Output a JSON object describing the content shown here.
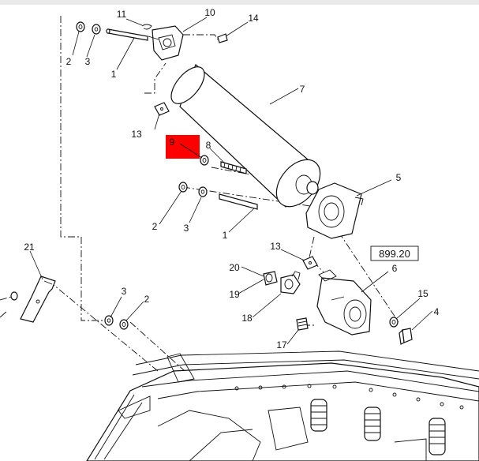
{
  "diagram": {
    "reference_code": "899.20",
    "highlight_color": "#ff0000",
    "highlighted_part": "9",
    "callouts": [
      {
        "id": "c11",
        "label": "11"
      },
      {
        "id": "c10",
        "label": "10"
      },
      {
        "id": "c14",
        "label": "14"
      },
      {
        "id": "c2a",
        "label": "2"
      },
      {
        "id": "c3a",
        "label": "3"
      },
      {
        "id": "c1a",
        "label": "1"
      },
      {
        "id": "c7",
        "label": "7"
      },
      {
        "id": "c13a",
        "label": "13"
      },
      {
        "id": "c9",
        "label": "9"
      },
      {
        "id": "c8",
        "label": "8"
      },
      {
        "id": "c5",
        "label": "5"
      },
      {
        "id": "c2b",
        "label": "2"
      },
      {
        "id": "c3b",
        "label": "3"
      },
      {
        "id": "c1b",
        "label": "1"
      },
      {
        "id": "c21",
        "label": "21"
      },
      {
        "id": "c13b",
        "label": "13"
      },
      {
        "id": "c20",
        "label": "20"
      },
      {
        "id": "c6",
        "label": "6"
      },
      {
        "id": "c19",
        "label": "19"
      },
      {
        "id": "c3c",
        "label": "3"
      },
      {
        "id": "c2c",
        "label": "2"
      },
      {
        "id": "c15",
        "label": "15"
      },
      {
        "id": "c18",
        "label": "18"
      },
      {
        "id": "c4",
        "label": "4"
      },
      {
        "id": "c17",
        "label": "17"
      }
    ]
  }
}
